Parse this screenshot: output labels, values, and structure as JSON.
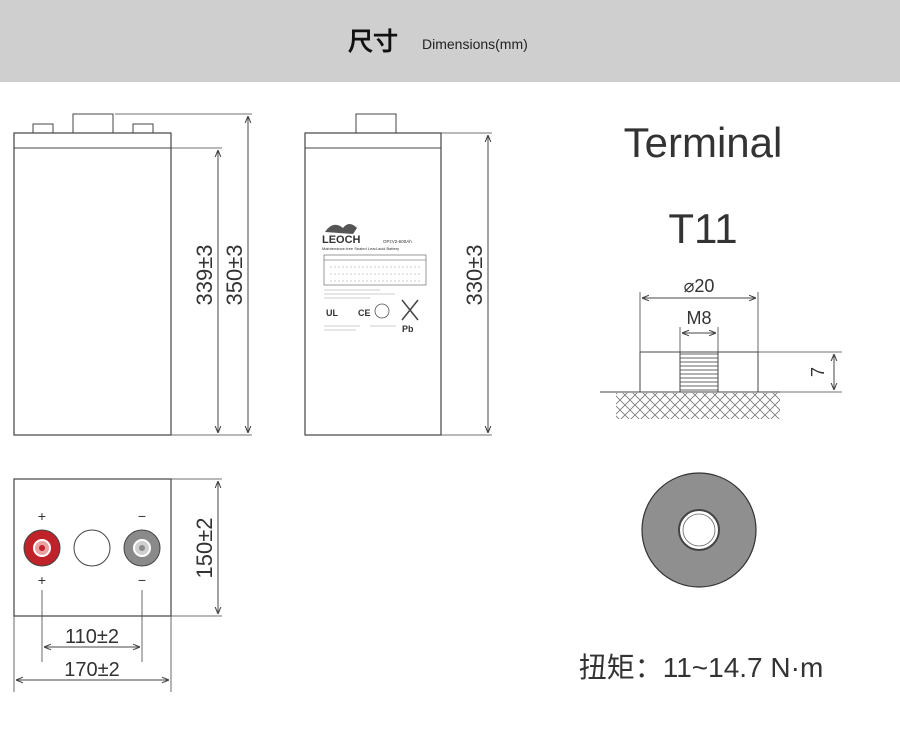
{
  "header": {
    "title_cn": "尺寸",
    "title_en": "Dimensions(mm)"
  },
  "front_view": {
    "height_body": "339±3",
    "height_total": "350±3"
  },
  "side_view": {
    "height_body": "330±3"
  },
  "top_view": {
    "depth": "150±2",
    "terminal_spacing": "110±2",
    "width": "170±2",
    "positive_symbol": "+",
    "negative_symbol": "−"
  },
  "terminal": {
    "title": "Terminal",
    "model": "T11",
    "outer_diameter": "⌀20",
    "thread": "M8",
    "depth": "7",
    "torque": "扭矩：11~14.7 N·m"
  },
  "label": {
    "brand": "LEOCH",
    "model_code": "OPzV2-600Ah",
    "subtitle": "Maintenance-free Sealed Lead-acid Battery",
    "certs": [
      "UL",
      "CE",
      "Pb"
    ]
  },
  "colors": {
    "positive": "#c0222a",
    "negative": "#8a8a8a",
    "header_bg": "#cfcfcf",
    "line": "#444444"
  }
}
